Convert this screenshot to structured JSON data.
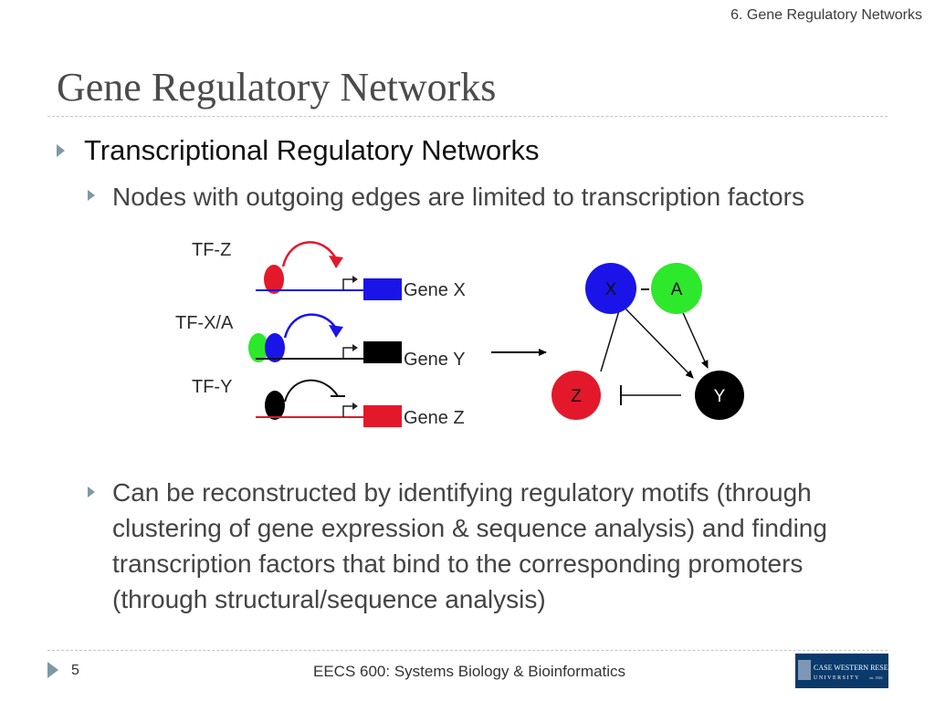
{
  "header": {
    "section": "6. Gene Regulatory Networks"
  },
  "title": "Gene Regulatory Networks",
  "bullets": {
    "level1": "Transcriptional Regulatory Networks",
    "level2_first": "Nodes with outgoing edges are limited to transcription factors",
    "level2_second_lines": [
      "Can be reconstructed by identifying regulatory motifs (through",
      "clustering of gene expression & sequence analysis) and finding",
      "transcription factors that bind to the corresponding promoters",
      "(through structural/sequence analysis)"
    ]
  },
  "diagram": {
    "left_labels": {
      "tf_z": "TF-Z",
      "tf_xa": "TF-X/A",
      "tf_y": "TF-Y"
    },
    "genes": {
      "x": "Gene X",
      "y": "Gene Y",
      "z": "Gene Z"
    },
    "network_nodes": {
      "x": "X",
      "a": "A",
      "y": "Y",
      "z": "Z"
    },
    "colors": {
      "red": "#e3192b",
      "blue": "#1a14e8",
      "green": "#2de82b",
      "black": "#000000"
    }
  },
  "footer": {
    "page": "5",
    "course": "EECS 600: Systems Biology & Bioinformatics"
  },
  "logo": {
    "line1": "CASE WESTERN RESERVE",
    "line2": "UNIVERSITY",
    "tag": "est. 1826"
  }
}
